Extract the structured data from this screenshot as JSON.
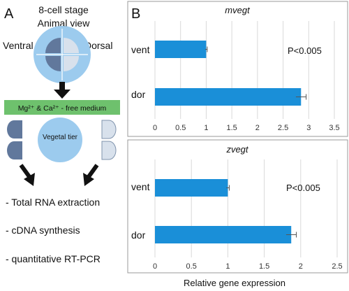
{
  "colors": {
    "bar": "#1a8fd8",
    "embryo_outer": "#9ccbee",
    "blastomere_ventral": "#61789c",
    "blastomere_dorsal": "#d8e1ec",
    "medium_box": "#6ec16d",
    "frame": "#9a9a9a",
    "grid": "#d9d9d9"
  },
  "panel_a": {
    "letter": "A",
    "header_line1": "8-cell stage",
    "header_line2": "Animal view",
    "ventral_label": "Ventral",
    "dorsal_label": "Dorsal",
    "medium_label": "Mg²⁺ & Ca²⁺ - free medium",
    "vegetal_label": "Vegetal tier",
    "steps": [
      "- Total RNA extraction",
      "- cDNA synthesis",
      "- quantitative RT-PCR"
    ],
    "icons": [
      "down-arrow-icon",
      "diagonal-arrow-icon"
    ]
  },
  "panel_b": {
    "letter": "B",
    "xlabel": "Relative gene expression"
  },
  "chart_data": [
    {
      "type": "bar",
      "orientation": "horizontal",
      "title": "mvegt",
      "categories": [
        "vent",
        "dor"
      ],
      "values": [
        1.0,
        2.85
      ],
      "errors": [
        0.02,
        0.1
      ],
      "annotation": "P<0.005",
      "xlim": [
        0,
        3.5
      ],
      "ticks": [
        0,
        0.5,
        1,
        1.5,
        2,
        2.5,
        3,
        3.5
      ],
      "tick_labels": [
        "0",
        "0.5",
        "1",
        "1.5",
        "2",
        "2.5",
        "3",
        "3.5"
      ],
      "grid": true
    },
    {
      "type": "bar",
      "orientation": "horizontal",
      "title": "zvegt",
      "categories": [
        "vent",
        "dor"
      ],
      "values": [
        1.0,
        1.87
      ],
      "errors": [
        0.02,
        0.07
      ],
      "annotation": "P<0.005",
      "xlim": [
        0,
        2.5
      ],
      "ticks": [
        0,
        0.5,
        1,
        1.5,
        2,
        2.5
      ],
      "tick_labels": [
        "0",
        "0.5",
        "1",
        "1.5",
        "2",
        "2.5"
      ],
      "grid": true
    }
  ]
}
